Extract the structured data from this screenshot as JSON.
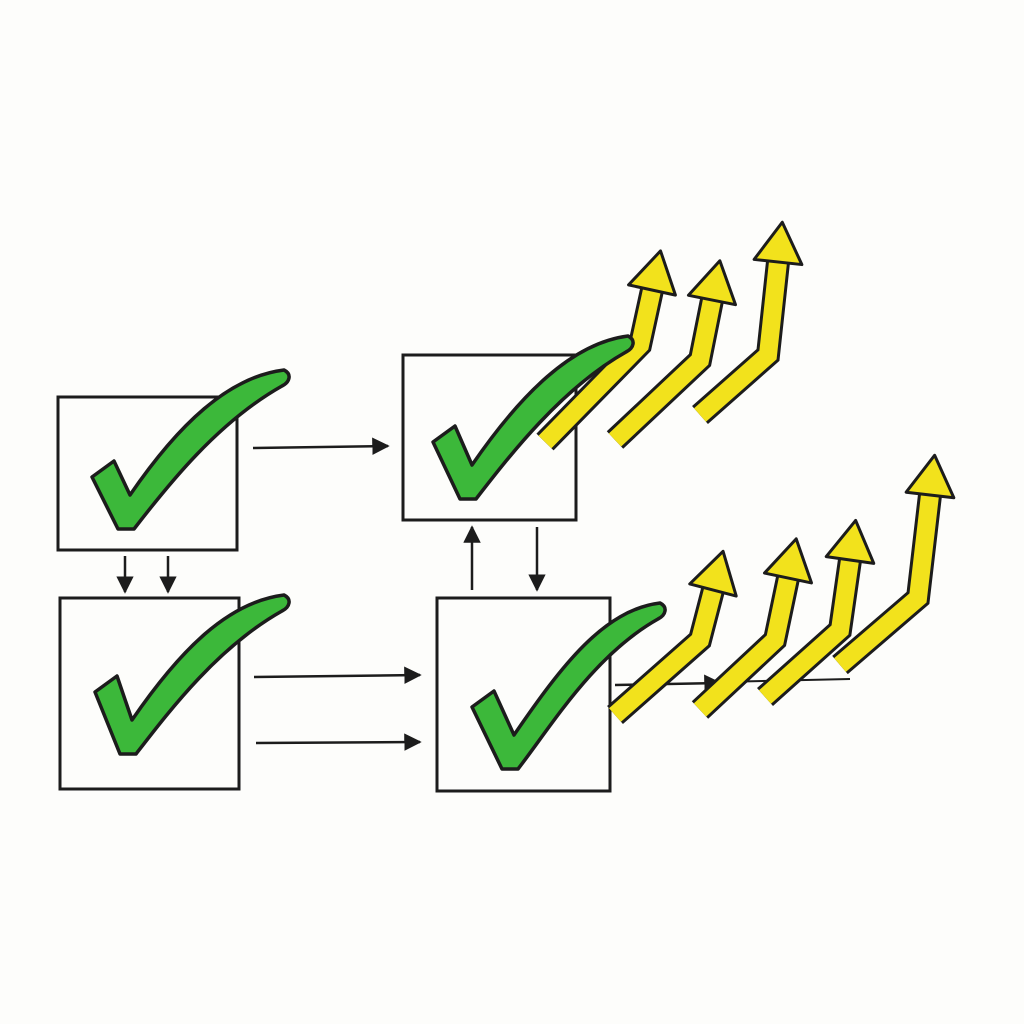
{
  "colors": {
    "background": "#fdfdfb",
    "outline": "#1c1c1c",
    "check_fill": "#3cb83a",
    "arrow_fill": "#f2e21c"
  },
  "diagram": {
    "boxes": [
      {
        "id": "top-left",
        "icon": "checkmark-icon"
      },
      {
        "id": "top-right",
        "icon": "checkmark-icon"
      },
      {
        "id": "bottom-left",
        "icon": "checkmark-icon"
      },
      {
        "id": "bottom-right",
        "icon": "checkmark-icon"
      }
    ],
    "growth_arrows": {
      "upper_count": 3,
      "lower_count": 4
    }
  }
}
